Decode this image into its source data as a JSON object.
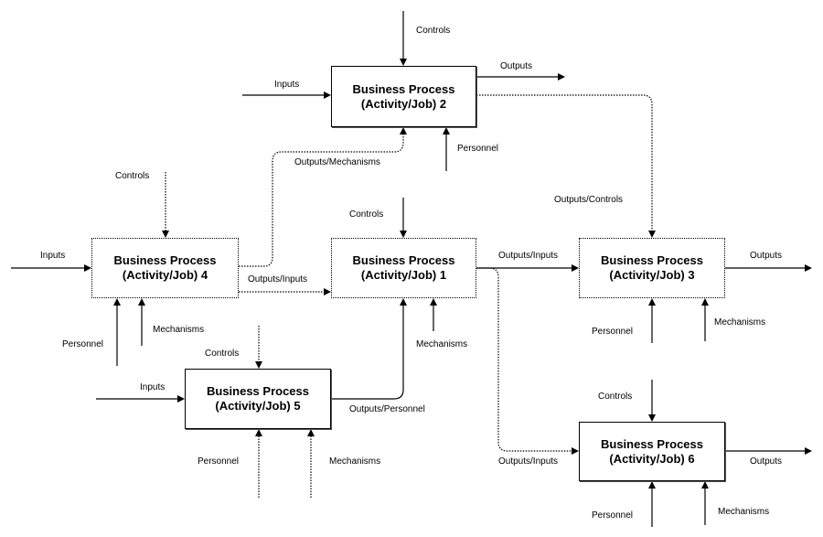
{
  "processes": {
    "p1": {
      "line1": "Business Process",
      "line2": "(Activity/Job) 1"
    },
    "p2": {
      "line1": "Business Process",
      "line2": "(Activity/Job) 2"
    },
    "p3": {
      "line1": "Business Process",
      "line2": "(Activity/Job) 3"
    },
    "p4": {
      "line1": "Business Process",
      "line2": "(Activity/Job) 4"
    },
    "p5": {
      "line1": "Business Process",
      "line2": "(Activity/Job) 5"
    },
    "p6": {
      "line1": "Business Process",
      "line2": "(Activity/Job) 6"
    }
  },
  "labels": {
    "controls": "Controls",
    "inputs": "Inputs",
    "outputs": "Outputs",
    "personnel": "Personnel",
    "mechanisms": "Mechanisms",
    "outputs_mechanisms": "Outputs/Mechanisms",
    "outputs_inputs": "Outputs/Inputs",
    "outputs_controls": "Outputs/Controls",
    "outputs_personnel": "Outputs/Personnel"
  }
}
